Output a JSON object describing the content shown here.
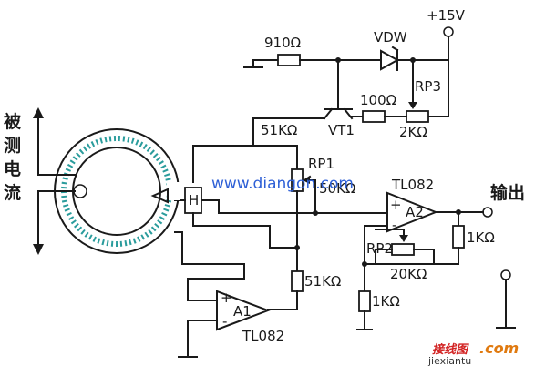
{
  "labels": {
    "supply": "+15V",
    "r_910": "910Ω",
    "zener": "VDW",
    "r_100": "100Ω",
    "rp3": "RP3",
    "vt1": "VT1",
    "r_2k": "2KΩ",
    "r_51k_top": "51KΩ",
    "rp1": "RP1",
    "r_50k": "50KΩ",
    "tl082_a2": "TL082",
    "a2": "A2",
    "output": "输出",
    "rp2": "RP2",
    "r_1k_right": "1KΩ",
    "r_20k": "20KΩ",
    "r_1k_bottom": "1KΩ",
    "r_51k_bottom": "51KΩ",
    "a1": "A1",
    "tl082_a1": "TL082",
    "hall": "H",
    "measured_current": [
      "被",
      "测",
      "电",
      "流"
    ],
    "plus": "+",
    "minus": "-"
  },
  "watermarks": {
    "site": "www.diangon.com",
    "logo_cn": "接线图",
    "logo_com": ".com",
    "logo_pinyin": "jiexiantu"
  },
  "colors": {
    "ink": "#1a1a1a",
    "watermark_blue": "#2d5fd6",
    "logo_red": "#d22222",
    "logo_orange": "#e07a10"
  }
}
